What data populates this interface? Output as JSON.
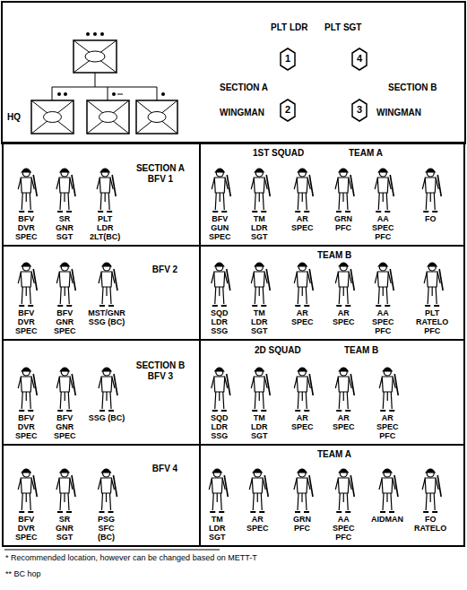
{
  "diagram": {
    "nodes": [
      {
        "text": [
          "1"
        ]
      },
      {
        "text": [
          "4"
        ]
      },
      {
        "text": [
          "2"
        ]
      },
      {
        "text": [
          "3"
        ]
      },
      {
        "text": [
          "SECTION A BFV 1",
          "BFV DVR SPEC",
          "SR GNR SGT",
          "PLT LDR 2LT(BC)"
        ]
      },
      {
        "text": [
          "1ST SQUAD",
          "TEAM A",
          "BFV GUN SPEC",
          "TM LDR SGT",
          "AR SPEC",
          "GRN PFC",
          "AA SPEC PFC",
          "FO"
        ]
      },
      {
        "text": [
          "BFV 2",
          "BFV DVR SPEC",
          "BFV GNR SPEC",
          "MST/GNR SSG (BC)"
        ]
      },
      {
        "text": [
          "TEAM B",
          "SQD LDR SSG",
          "TM LDR SGT",
          "AR SPEC",
          "AR SPEC",
          "AA SPEC PFC",
          "PLT RATELO PFC"
        ]
      },
      {
        "text": [
          "SECTION B BFV 3",
          "BFV DVR SPEC",
          "BFV GNR SPEC",
          "SSG (BC)"
        ]
      },
      {
        "text": [
          "2D SQUAD",
          "TEAM B",
          "SQD LDR SSG",
          "TM LDR SGT",
          "AR SPEC",
          "AR SPEC",
          "AR SPEC PFC"
        ]
      },
      {
        "text": [
          "BFV 4",
          "BFV DVR SPEC",
          "SR GNR SGT",
          "PSG SFC (BC)"
        ]
      },
      {
        "text": [
          "TEAM A",
          "TM LDR SGT",
          "AR SPEC",
          "GRN PFC",
          "AA SPEC PFC",
          "AIDMAN",
          "FO RATELO"
        ]
      }
    ],
    "labels": [
      "PLT LDR",
      "PLT SGT",
      "SECTION A",
      "WINGMAN",
      "SECTION B",
      "WINGMAN",
      "HQ",
      "* Recommended location, however can be changed based on METT-T",
      "** BC hop"
    ]
  }
}
